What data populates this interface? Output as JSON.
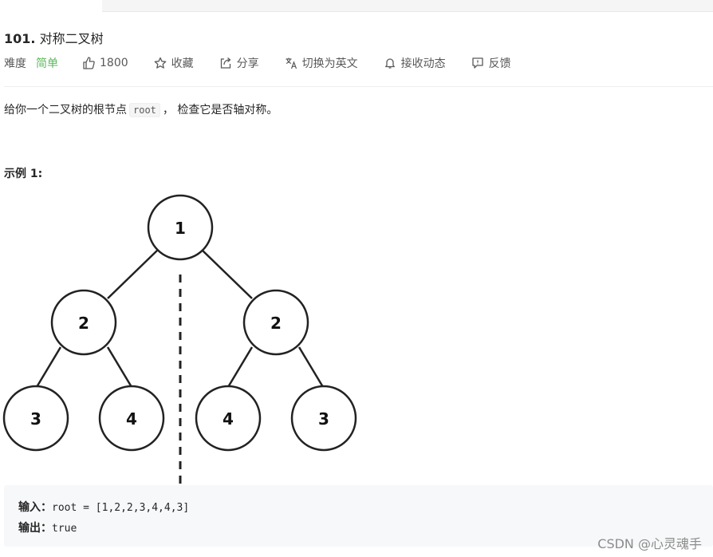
{
  "problem": {
    "number": "101.",
    "title": "对称二叉树"
  },
  "meta": {
    "difficulty_label": "难度",
    "difficulty_value": "简单",
    "difficulty_color": "#5cb85c",
    "likes": "1800",
    "favorite_label": "收藏",
    "share_label": "分享",
    "switch_language_label": "切换为英文",
    "notify_label": "接收动态",
    "feedback_label": "反馈"
  },
  "description": {
    "before": "给你一个二叉树的根节点",
    "code": "root",
    "after": "，  检查它是否轴对称。"
  },
  "example": {
    "heading": "示例 1:",
    "tree_nodes": [
      "1",
      "2",
      "2",
      "3",
      "4",
      "4",
      "3"
    ],
    "input_label": "输入：",
    "input_value": "root = [1,2,2,3,4,4,3]",
    "output_label": "输出：",
    "output_value": "true"
  },
  "watermark": "CSDN @心灵魂手",
  "icons": {
    "likes": "thumbs-up-icon",
    "favorite": "star-icon",
    "share": "share-icon",
    "switch_language": "translate-icon",
    "notify": "bell-icon",
    "feedback": "feedback-icon"
  }
}
